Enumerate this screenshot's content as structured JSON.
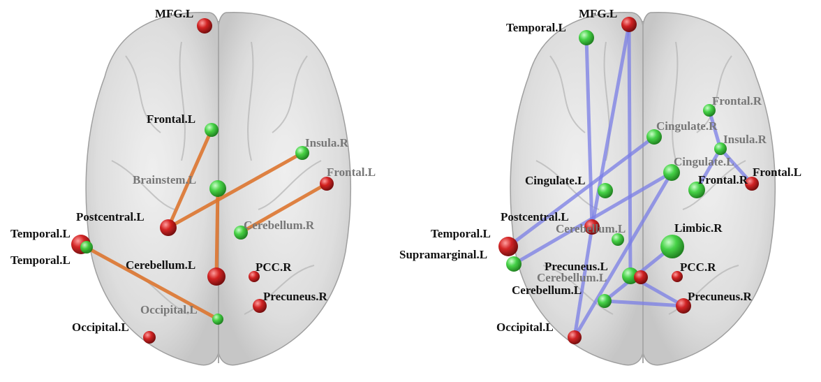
{
  "colors": {
    "brain_fill": "#d9d9d9",
    "brain_stroke": "#9a9a9a",
    "node_red": "#d11a1a",
    "node_green": "#3fd23f",
    "edge_left": "#dd7630",
    "edge_right": "#7a7ee6",
    "label_dark": "#111111",
    "label_gray": "#777777"
  },
  "panels": [
    {
      "id": "left",
      "nodes": [
        {
          "id": "mfg_l",
          "label": "MFG.L",
          "color": "red"
        },
        {
          "id": "frontal_l_a",
          "label": "Frontal.L",
          "color": "green"
        },
        {
          "id": "insula_r",
          "label": "Insula.R",
          "color": "green"
        },
        {
          "id": "brainstem_l",
          "label": "Brainstem.L",
          "color": "green"
        },
        {
          "id": "frontal_l_b",
          "label": "Frontal.L",
          "color": "red"
        },
        {
          "id": "postcentral_l",
          "label": "Postcentral.L",
          "color": "red"
        },
        {
          "id": "cerebellum_r",
          "label": "Cerebellum.R",
          "color": "green"
        },
        {
          "id": "temporal_l_a",
          "label": "Temporal.L",
          "color": "red"
        },
        {
          "id": "temporal_l_b",
          "label": "Temporal.L",
          "color": "green"
        },
        {
          "id": "cerebellum_l",
          "label": "Cerebellum.L",
          "color": "red"
        },
        {
          "id": "pcc_r",
          "label": "PCC.R",
          "color": "red"
        },
        {
          "id": "precuneus_r",
          "label": "Precuneus.R",
          "color": "red"
        },
        {
          "id": "occipital_l_a",
          "label": "Occipital.L",
          "color": "green"
        },
        {
          "id": "occipital_l_b",
          "label": "Occipital.L",
          "color": "red"
        }
      ],
      "edges": [
        [
          "frontal_l_a",
          "postcentral_l"
        ],
        [
          "postcentral_l",
          "insula_r"
        ],
        [
          "brainstem_l",
          "cerebellum_l"
        ],
        [
          "frontal_l_b",
          "cerebellum_r"
        ],
        [
          "temporal_l_a",
          "occipital_l_a"
        ]
      ]
    },
    {
      "id": "right",
      "nodes": [
        {
          "id": "mfg_l",
          "label": "MFG.L",
          "color": "red"
        },
        {
          "id": "temporal_l_a",
          "label": "Temporal.L",
          "color": "green"
        },
        {
          "id": "frontal_r",
          "label": "Frontal.R",
          "color": "green"
        },
        {
          "id": "cingulate_r",
          "label": "Cingulate.R",
          "color": "green"
        },
        {
          "id": "insula_r",
          "label": "Insula.R",
          "color": "green"
        },
        {
          "id": "cingulate_l_a",
          "label": "Cingulate.L",
          "color": "green"
        },
        {
          "id": "cingulate_l_b",
          "label": "Cingulate.L",
          "color": "green"
        },
        {
          "id": "frontal_r2",
          "label": "Frontal.R",
          "color": "green"
        },
        {
          "id": "frontal_l",
          "label": "Frontal.L",
          "color": "red"
        },
        {
          "id": "postcentral_l",
          "label": "Postcentral.L",
          "color": "red"
        },
        {
          "id": "cerebellum_l_top",
          "label": "Cerebellum.L",
          "color": "green"
        },
        {
          "id": "temporal_l_b",
          "label": "Temporal.L",
          "color": "red"
        },
        {
          "id": "limbic_r",
          "label": "Limbic.R",
          "color": "green"
        },
        {
          "id": "supramarginal_l",
          "label": "Supramarginal.L",
          "color": "green"
        },
        {
          "id": "precuneus_l",
          "label": "Precuneus.L",
          "color": "green"
        },
        {
          "id": "cerebellum_mid",
          "label": "Cerebellum.L",
          "color": "red"
        },
        {
          "id": "cerebellum_l_low",
          "label": "Cerebellum.L",
          "color": "green"
        },
        {
          "id": "pcc_r",
          "label": "PCC.R",
          "color": "red"
        },
        {
          "id": "precuneus_r",
          "label": "Precuneus.R",
          "color": "red"
        },
        {
          "id": "occipital_l",
          "label": "Occipital.L",
          "color": "red"
        }
      ],
      "edges": [
        [
          "temporal_l_a",
          "postcentral_l"
        ],
        [
          "mfg_l",
          "postcentral_l"
        ],
        [
          "mfg_l",
          "precuneus_l"
        ],
        [
          "temporal_l_b",
          "cingulate_r"
        ],
        [
          "supramarginal_l",
          "cingulate_l_b"
        ],
        [
          "cingulate_l_b",
          "occipital_l"
        ],
        [
          "postcentral_l",
          "occipital_l"
        ],
        [
          "frontal_r",
          "insula_r"
        ],
        [
          "insula_r",
          "frontal_l"
        ],
        [
          "frontal_r2",
          "insula_r"
        ],
        [
          "cerebellum_l_low",
          "precuneus_r"
        ],
        [
          "precuneus_l",
          "precuneus_r"
        ],
        [
          "limbic_r",
          "cerebellum_l_low"
        ],
        [
          "cerebellum_mid",
          "precuneus_l"
        ]
      ]
    }
  ]
}
